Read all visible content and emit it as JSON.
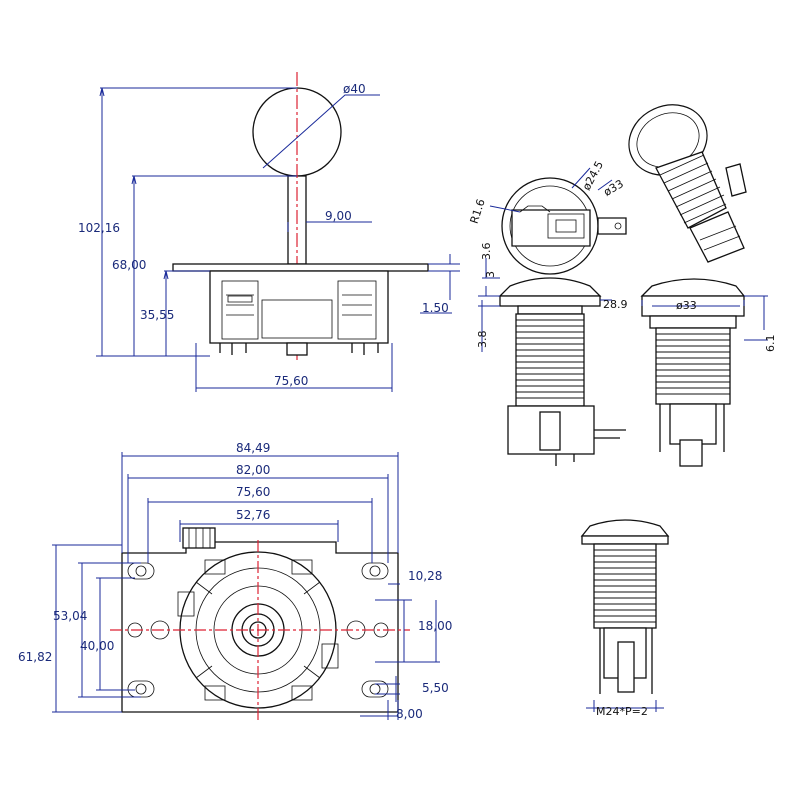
{
  "joystick_side": {
    "ball_diameter": "ø40",
    "total_height": "102,16",
    "height_to_ball": "68,00",
    "shaft_width": "9,00",
    "base_height": "35,55",
    "base_width": "75,60",
    "plate_thickness": "1.50"
  },
  "joystick_top": {
    "width_outer": "84,49",
    "width_holes": "82,00",
    "width_base": "75,60",
    "width_inner": "52,76",
    "height_outer": "61,82",
    "height_holes": "53,04",
    "height_inner": "40,00",
    "slot_offset": "10,28",
    "slot_height": "18,00",
    "hole_diameter": "5,50",
    "edge_offset": "8,00"
  },
  "button_top": {
    "corner_radius": "R1.6",
    "inner_diameter": "ø24.5",
    "outer_diameter": "ø33"
  },
  "button_side": {
    "cap_height": "3.6",
    "rim_height": "3",
    "cap_width": "28.9",
    "flange_offset": "3.8"
  },
  "button_front": {
    "flange_diameter": "ø33",
    "flange_height": "6.1"
  },
  "button_small": {
    "thread_spec": "M24*P=2"
  }
}
